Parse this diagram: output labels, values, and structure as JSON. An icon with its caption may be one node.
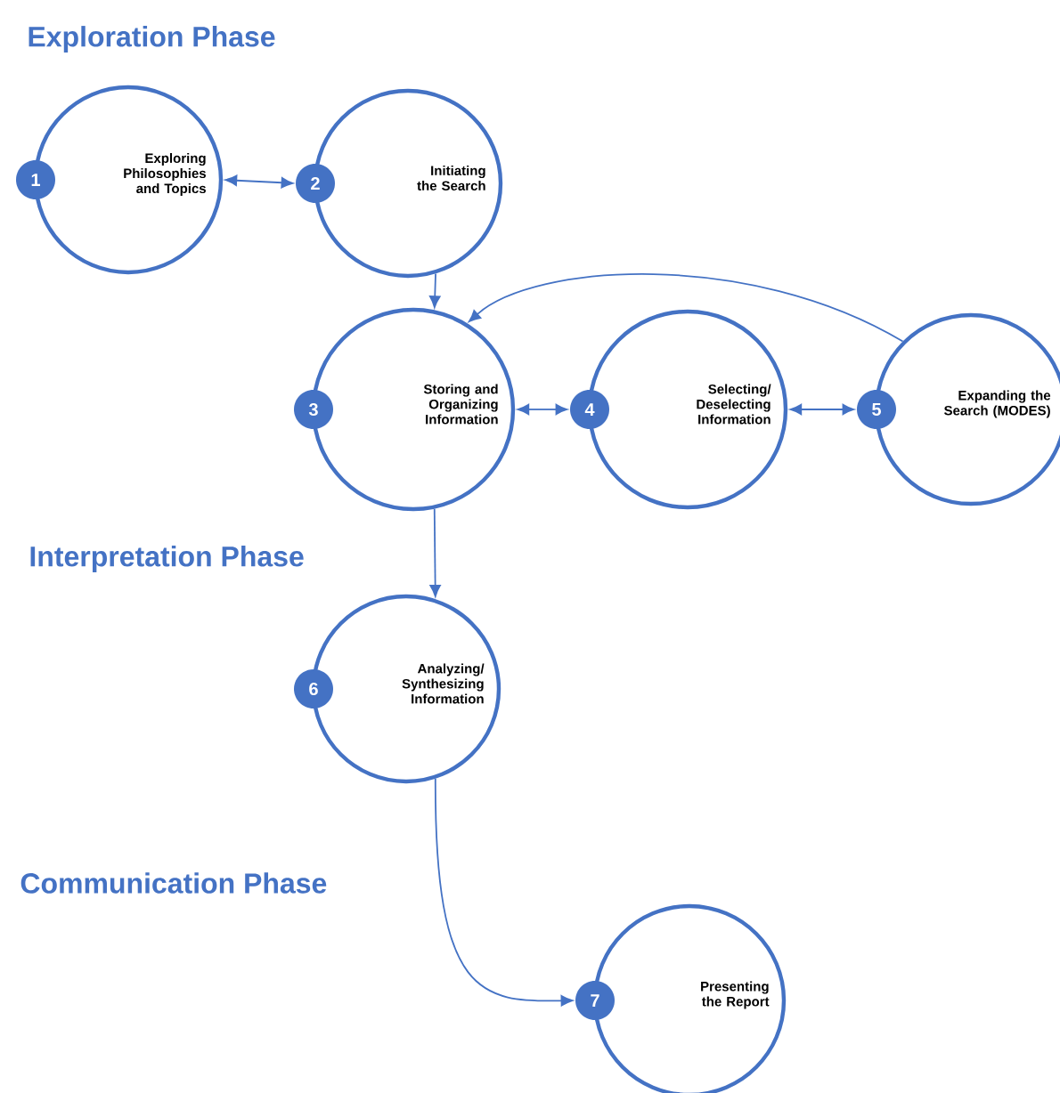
{
  "diagram": {
    "nodes": [
      {
        "text": [
          "1",
          "Exploring Philosophies and Topics"
        ]
      },
      {
        "text": [
          "2",
          "Initiating the Search"
        ]
      },
      {
        "text": [
          "3",
          "Storing and Organizing Information"
        ]
      },
      {
        "text": [
          "4",
          "Selecting/ Deselecting Information"
        ]
      },
      {
        "text": [
          "5",
          "Expanding the Search (MODES)"
        ]
      },
      {
        "text": [
          "6",
          "Analyzing/ Synthesizing Information"
        ]
      },
      {
        "text": [
          "7",
          "Presenting the Report"
        ]
      }
    ],
    "edges": [
      {
        "from": 0,
        "to": 1,
        "arrow": "both"
      },
      {
        "from": 1,
        "to": 2,
        "arrow": "to"
      },
      {
        "from": 2,
        "to": 3,
        "arrow": "both"
      },
      {
        "from": 3,
        "to": 4,
        "arrow": "both"
      },
      {
        "from": 4,
        "to": 2,
        "arrow": "to"
      },
      {
        "from": 2,
        "to": 5,
        "arrow": "to"
      },
      {
        "from": 5,
        "to": 6,
        "arrow": "to"
      }
    ],
    "labels": [
      "Exploration Phase",
      "Interpretation Phase",
      "Communication Phase"
    ]
  }
}
